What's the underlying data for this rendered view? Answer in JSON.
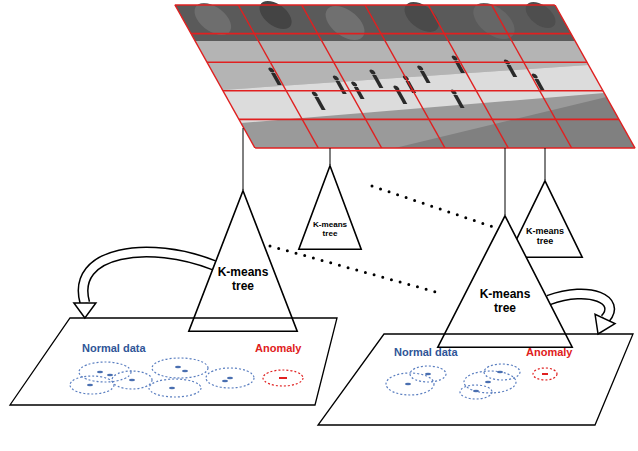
{
  "diagram": {
    "nodes": [
      {
        "text": [
          "K-means tree"
        ]
      },
      {
        "text": [
          "K-means tree"
        ]
      },
      {
        "text": [
          "K-means tree"
        ]
      },
      {
        "text": [
          "K-means tree"
        ]
      },
      {
        "text": [
          "Normal data",
          "Anomaly"
        ]
      },
      {
        "text": [
          "Normal data",
          "Anomaly"
        ]
      }
    ],
    "edges": [
      {
        "from": 2,
        "to": 4,
        "arrow": "to"
      },
      {
        "from": 3,
        "to": 5,
        "arrow": "to"
      }
    ]
  }
}
